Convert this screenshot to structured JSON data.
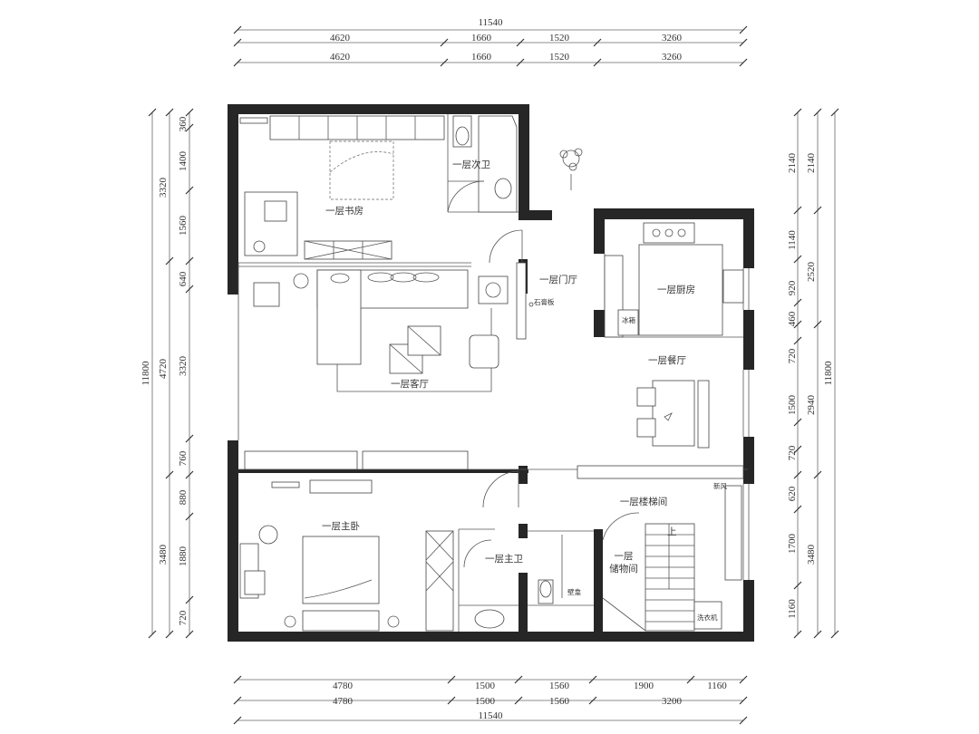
{
  "dimensions": {
    "top": {
      "total": "11540",
      "row1": [
        "4620",
        "1660",
        "1520",
        "3260"
      ],
      "row2": [
        "4620",
        "1660",
        "1520",
        "3260"
      ]
    },
    "bottom": {
      "total": "11540",
      "row1": [
        "4780",
        "1500",
        "1560",
        "1900",
        "1160"
      ],
      "row2": [
        "4780",
        "1500",
        "1560",
        "3200"
      ]
    },
    "left": {
      "total": "11800",
      "outer": [
        "3320",
        "4720",
        "3480"
      ],
      "inner": [
        "360",
        "1400",
        "1560",
        "640",
        "3320",
        "760",
        "880",
        "1880",
        "720"
      ]
    },
    "right": {
      "total": "11800",
      "outer": [
        "2140",
        "2520",
        "2940",
        "3480"
      ],
      "inner": [
        "2140",
        "1140",
        "920",
        "460",
        "720",
        "1500",
        "720",
        "620",
        "1700",
        "1160"
      ]
    }
  },
  "rooms": {
    "study": "一层书房",
    "bath2": "一层次卫",
    "foyer": "一层门厅",
    "kitchen": "一层厨房",
    "living": "一层客厅",
    "dining": "一层餐厅",
    "stair": "一层楼梯间",
    "master": "一层主卧",
    "master_bath": "一层主卫",
    "storage_1": "一层",
    "storage_2": "储物间"
  },
  "labels": {
    "shoe_cabinet": "石膏板",
    "fridge": "冰箱",
    "fresh_air": "新风",
    "niche": "壁龛",
    "washer": "洗衣机",
    "stair_up": "上"
  }
}
